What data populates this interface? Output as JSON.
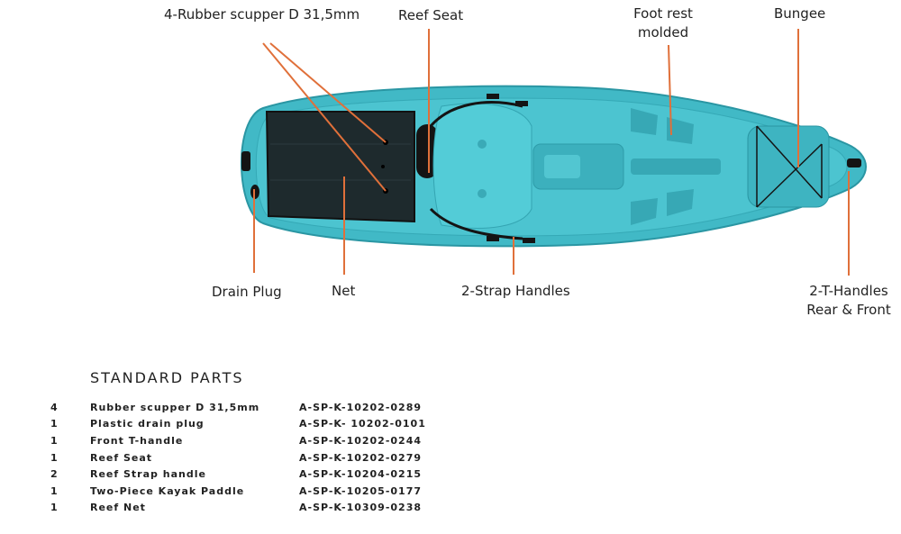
{
  "callouts": {
    "scupper": "4-Rubber scupper D 31,5mm",
    "reef_seat": "Reef Seat",
    "foot_rest_line1": "Foot rest",
    "foot_rest_line2": "molded",
    "bungee": "Bungee",
    "drain_plug": "Drain Plug",
    "net": "Net",
    "strap_handles": "2-Strap Handles",
    "t_handles_line1": "2-T-Handles",
    "t_handles_line2": "Rear & Front"
  },
  "colors": {
    "hull": "#41b9c6",
    "hull_dark": "#2a96a3",
    "leader_line": "#e0703a",
    "net": "#1e2a2d"
  },
  "parts": {
    "title": "STANDARD PARTS",
    "rows": [
      {
        "qty": "4",
        "desc": "Rubber scupper D 31,5mm",
        "code": "A-SP-K-10202-0289"
      },
      {
        "qty": "1",
        "desc": "Plastic drain plug",
        "code": "A-SP-K- 10202-0101"
      },
      {
        "qty": "1",
        "desc": "Front T-handle",
        "code": "A-SP-K-10202-0244"
      },
      {
        "qty": "1",
        "desc": "Reef Seat",
        "code": "A-SP-K-10202-0279"
      },
      {
        "qty": "2",
        "desc": "Reef Strap handle",
        "code": "A-SP-K-10204-0215"
      },
      {
        "qty": "1",
        "desc": "Two-Piece Kayak Paddle",
        "code": "A-SP-K-10205-0177"
      },
      {
        "qty": "1",
        "desc": "Reef Net",
        "code": "A-SP-K-10309-0238"
      }
    ]
  }
}
